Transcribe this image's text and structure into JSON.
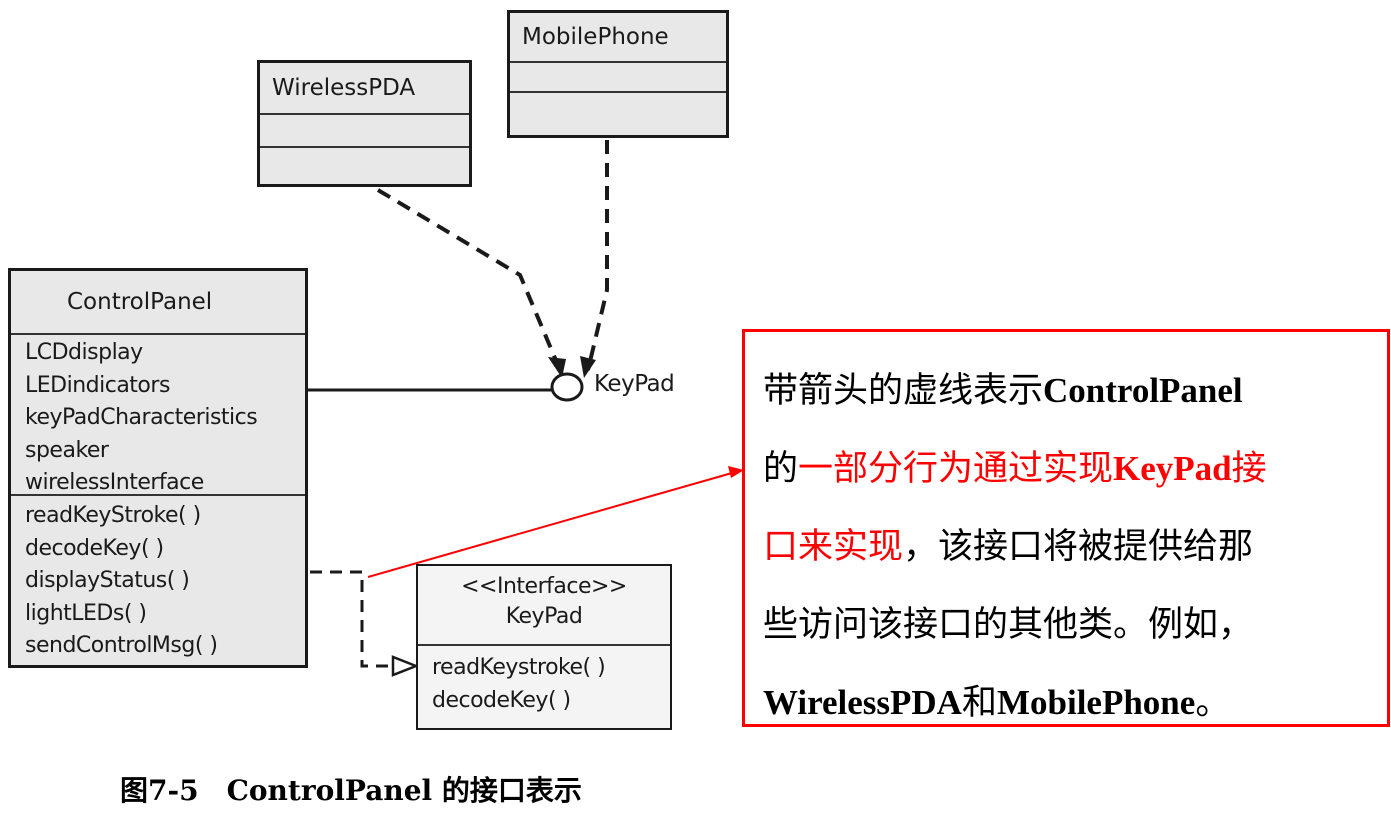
{
  "diagram": {
    "wireless_pda": {
      "name": "WirelessPDA"
    },
    "mobile_phone": {
      "name": "MobilePhone"
    },
    "control_panel": {
      "name": "ControlPanel",
      "attributes": [
        "LCDdisplay",
        "LEDindicators",
        "keyPadCharacteristics",
        "speaker",
        "wirelessInterface"
      ],
      "operations": [
        "readKeyStroke( )",
        "decodeKey( )",
        "displayStatus( )",
        "lightLEDs( )",
        "sendControlMsg( )"
      ]
    },
    "keypad_lollipop_label": "KeyPad",
    "keypad_interface": {
      "stereotype": "<<Interface>>",
      "name": "KeyPad",
      "operations": [
        "readKeystroke( )",
        "decodeKey( )"
      ]
    }
  },
  "annotation": {
    "line1": "带箭头的虚线表示",
    "line1_bold": "ControlPanel",
    "line2_a": "的",
    "line2_red": "一部分行为通过实现",
    "line2_red_bold": "KeyPad",
    "line2_red_end": "接",
    "line3_red": "口来实现",
    "line3": "，该接口将被提供给那",
    "line4": "些访问该接口的其他类。例如，",
    "line5_bold_a": "WirelessPDA",
    "line5_mid": "和",
    "line5_bold_b": "MobilePhone",
    "line5_end": "。"
  },
  "caption": {
    "number": "图7-5",
    "text": "ControlPanel 的接口表示"
  },
  "colors": {
    "note_border": "#ff0000",
    "highlight_text": "#ff0000",
    "arrow": "#ff0000"
  }
}
